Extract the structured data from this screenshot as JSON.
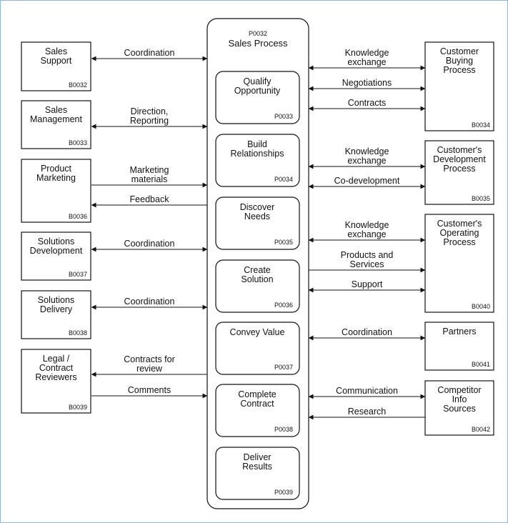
{
  "process": {
    "code": "P0032",
    "name": "Sales Process"
  },
  "subprocesses": [
    {
      "label": [
        "Qualify",
        "Opportunity"
      ],
      "code": "P0033"
    },
    {
      "label": [
        "Build",
        "Relationships"
      ],
      "code": "P0034"
    },
    {
      "label": [
        "Discover",
        "Needs"
      ],
      "code": "P0035"
    },
    {
      "label": [
        "Create",
        "Solution"
      ],
      "code": "P0036"
    },
    {
      "label": [
        "Convey Value"
      ],
      "code": "P0037"
    },
    {
      "label": [
        "Complete",
        "Contract"
      ],
      "code": "P0038"
    },
    {
      "label": [
        "Deliver",
        "Results"
      ],
      "code": "P0039"
    }
  ],
  "left_entities": [
    {
      "label": [
        "Sales",
        "Support"
      ],
      "code": "B0032"
    },
    {
      "label": [
        "Sales",
        "Management"
      ],
      "code": "B0033"
    },
    {
      "label": [
        "Product",
        "Marketing"
      ],
      "code": "B0036"
    },
    {
      "label": [
        "Solutions",
        "Development"
      ],
      "code": "B0037"
    },
    {
      "label": [
        "Solutions",
        "Delivery"
      ],
      "code": "B0038"
    },
    {
      "label": [
        "Legal /",
        "Contract",
        "Reviewers"
      ],
      "code": "B0039"
    }
  ],
  "right_entities": [
    {
      "label": [
        "Customer",
        "Buying",
        "Process"
      ],
      "code": "B0034"
    },
    {
      "label": [
        "Customer's",
        "Development",
        "Process"
      ],
      "code": "B0035"
    },
    {
      "label": [
        "Customer's",
        "Operating",
        "Process"
      ],
      "code": "B0040"
    },
    {
      "label": [
        "Partners"
      ],
      "code": "B0041"
    },
    {
      "label": [
        "Competitor",
        "Info",
        "Sources"
      ],
      "code": "B0042"
    }
  ],
  "left_flows": [
    {
      "label": [
        "Coordination"
      ],
      "direction": "both"
    },
    {
      "label": [
        "Direction,",
        "Reporting"
      ],
      "direction": "both"
    },
    {
      "label": [
        "Marketing",
        "materials"
      ],
      "direction": "to-process"
    },
    {
      "label": [
        "Feedback"
      ],
      "direction": "to-entity"
    },
    {
      "label": [
        "Coordination"
      ],
      "direction": "both"
    },
    {
      "label": [
        "Coordination"
      ],
      "direction": "both"
    },
    {
      "label": [
        "Contracts for",
        "review"
      ],
      "direction": "to-entity"
    },
    {
      "label": [
        "Comments"
      ],
      "direction": "to-process"
    }
  ],
  "right_flows": [
    {
      "label": [
        "Knowledge",
        "exchange"
      ],
      "direction": "both"
    },
    {
      "label": [
        "Negotiations"
      ],
      "direction": "both"
    },
    {
      "label": [
        "Contracts"
      ],
      "direction": "both"
    },
    {
      "label": [
        "Knowledge",
        "exchange"
      ],
      "direction": "both"
    },
    {
      "label": [
        "Co-development"
      ],
      "direction": "both"
    },
    {
      "label": [
        "Knowledge",
        "exchange"
      ],
      "direction": "both"
    },
    {
      "label": [
        "Products and",
        "Services"
      ],
      "direction": "to-entity"
    },
    {
      "label": [
        "Support"
      ],
      "direction": "both"
    },
    {
      "label": [
        "Coordination"
      ],
      "direction": "both"
    },
    {
      "label": [
        "Communication"
      ],
      "direction": "both"
    },
    {
      "label": [
        "Research"
      ],
      "direction": "to-process"
    }
  ]
}
